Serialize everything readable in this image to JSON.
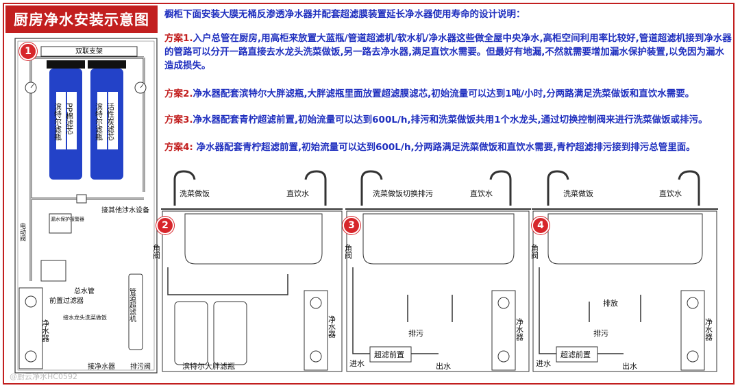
{
  "title": "厨房净水安装示意图",
  "headline": "橱柜下面安装大膜无桶反渗透净水器并配套超滤膜装置延长净水器使用寿命的设计说明：",
  "plans": [
    {
      "label": "方案1.",
      "text": "入户总管在厨房,用高柜来放置大蓝瓶/管道超滤机/软水机/净水器这些做全屋中央净水,高柜空间利用率比较好,管道超滤机接到净水器的管路可以分开一路直接去水龙头洗菜做饭,另一路去净水器,满足直饮水需要。但最好有地漏,不然就需要增加漏水保护装置,以免因为漏水造成损失。"
    },
    {
      "label": "方案2.",
      "text": "净水器配套滨特尔大胖滤瓶,大胖滤瓶里面放置超滤膜滤芯,初始流量可以达到1吨/小时,分两路满足洗菜做饭和直饮水需要。"
    },
    {
      "label": "方案3.",
      "text": "净水器配套青柠超滤前置,初始流量可以达到600L/h,排污和洗菜做饭共用1个水龙头,通过切换控制阀来进行洗菜做饭或排污。"
    },
    {
      "label": "方案4:",
      "text": " 净水器配套青柠超滤前置,初始流量可以达到600L/h,分两路满足洗菜做饭和直饮水需要,青柠超滤排污接到排污总管里面。"
    }
  ],
  "badges": [
    "1",
    "2",
    "3",
    "4"
  ],
  "panel1": {
    "bracket": "双联支架",
    "filter_left_a": "滨特尔滤瓶",
    "filter_left_b": "PP棉滤芯",
    "filter_right_a": "滨特尔滤瓶",
    "filter_right_b": "活性炭滤芯",
    "leak_box": "漏水保护报警器",
    "motor_valve": "电动阀",
    "connect_other": "接其他涉水设备",
    "pre_filter": "前置过滤器",
    "main_pipe": "总水管",
    "faucet_label": "接水龙头洗菜做饭",
    "purifier": "净水器",
    "pipe_uf": "管道超滤机",
    "to_purifier": "接净水器",
    "drain": "排污阀"
  },
  "panel2": {
    "wash": "洗菜做饭",
    "drink": "直饮水",
    "angle_valve": "角阀",
    "big_bottle": "滨特尔大胖滤瓶",
    "purifier": "净水器"
  },
  "panel3": {
    "wash": "洗菜做饭切换排污",
    "drink": "直饮水",
    "angle_valve": "角阀",
    "drain": "排污",
    "uf": "超滤前置",
    "inlet": "进水",
    "outlet": "出水",
    "purifier": "净水器"
  },
  "panel4": {
    "wash": "洗菜做饭",
    "drink": "直饮水",
    "angle_valve": "角阀",
    "discharge": "排放",
    "drain": "排污",
    "uf": "超滤前置",
    "inlet": "进水",
    "outlet": "出水",
    "purifier": "净水器"
  },
  "watermark": "@厨云净水HC0592",
  "colors": {
    "brand_red": "#c21f1f",
    "text_blue": "#1f2fbf",
    "filter_blue": "#2342c8"
  }
}
